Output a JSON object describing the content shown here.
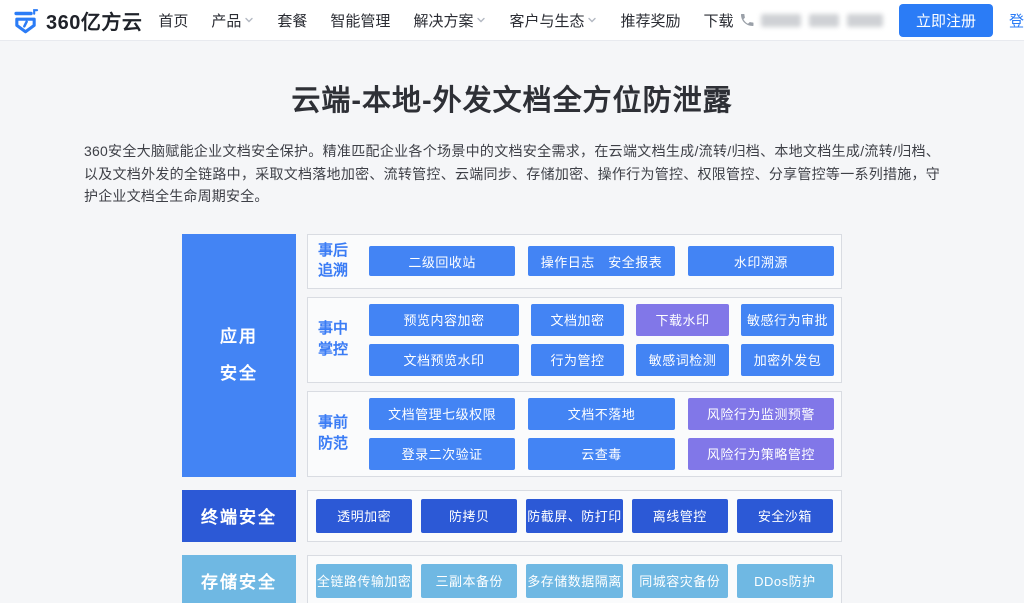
{
  "nav": {
    "logo_text": "360亿方云",
    "items": [
      {
        "label": "首页",
        "dropdown": false
      },
      {
        "label": "产品",
        "dropdown": true
      },
      {
        "label": "套餐",
        "dropdown": false
      },
      {
        "label": "智能管理",
        "dropdown": false
      },
      {
        "label": "解决方案",
        "dropdown": true
      },
      {
        "label": "客户与生态",
        "dropdown": true
      },
      {
        "label": "推荐奖励",
        "dropdown": false
      },
      {
        "label": "下载",
        "dropdown": false
      }
    ],
    "register_label": "立即注册",
    "login_label": "登录"
  },
  "hero": {
    "title": "云端-本地-外发文档全方位防泄露",
    "description": "360安全大脑赋能企业文档安全保护。精准匹配企业各个场景中的文档安全需求，在云端文档生成/流转/归档、本地文档生成/流转/归档、以及文档外发的全链路中，采取文档落地加密、流转管控、云端同步、存储加密、操作行为管控、权限管控、分享管控等一系列措施，守护企业文档全生命周期安全。"
  },
  "diagram": {
    "colors": {
      "primary_blue": "#2b7cf6",
      "box_blue": "#4384f4",
      "box_purple": "#8177e8",
      "box_dark_blue": "#2c59d6",
      "box_light_blue": "#6fb8e3",
      "group_label_blue": "#3a7cf5"
    },
    "app": {
      "category_lines": [
        "应用",
        "安全"
      ],
      "groups": [
        {
          "label_lines": [
            "事后",
            "追溯"
          ],
          "rows": [
            [
              "二级回收站",
              "操作日志　安全报表",
              "水印溯源"
            ]
          ]
        },
        {
          "label_lines": [
            "事中",
            "掌控"
          ],
          "rows": [
            [
              "预览内容加密",
              "文档加密",
              "下载水印",
              "敏感行为审批"
            ],
            [
              "文档预览水印",
              "行为管控",
              "敏感词检测",
              "加密外发包"
            ]
          ]
        },
        {
          "label_lines": [
            "事前",
            "防范"
          ],
          "rows": [
            [
              "文档管理七级权限",
              "文档不落地",
              "风险行为监测预警"
            ],
            [
              "登录二次验证",
              "云查毒",
              "风险行为策略管控"
            ]
          ]
        }
      ]
    },
    "terminal": {
      "category": "终端安全",
      "items": [
        "透明加密",
        "防拷贝",
        "防截屏、防打印",
        "离线管控",
        "安全沙箱"
      ]
    },
    "storage": {
      "category": "存储安全",
      "items": [
        "全链路传输加密",
        "三副本备份",
        "多存储数据隔离",
        "同城容灾备份",
        "DDos防护"
      ]
    }
  }
}
